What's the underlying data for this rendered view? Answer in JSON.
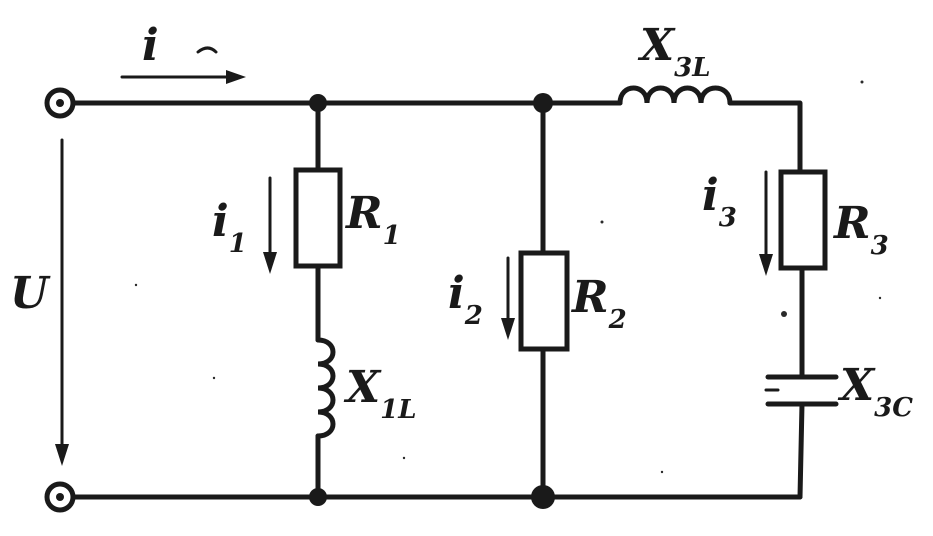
{
  "diagram": {
    "source": {
      "voltage_label": "U",
      "current_label": "i"
    },
    "branch1": {
      "current_label": "i",
      "current_sub": "1",
      "resistor_label": "R",
      "resistor_sub": "1",
      "inductor_label": "X",
      "inductor_sub": "1L"
    },
    "branch2": {
      "current_label": "i",
      "current_sub": "2",
      "resistor_label": "R",
      "resistor_sub": "2"
    },
    "branch3": {
      "current_label": "i",
      "current_sub": "3",
      "inductor_label": "X",
      "inductor_sub": "3L",
      "resistor_label": "R",
      "resistor_sub": "3",
      "capacitor_label": "X",
      "capacitor_sub": "3C"
    }
  }
}
